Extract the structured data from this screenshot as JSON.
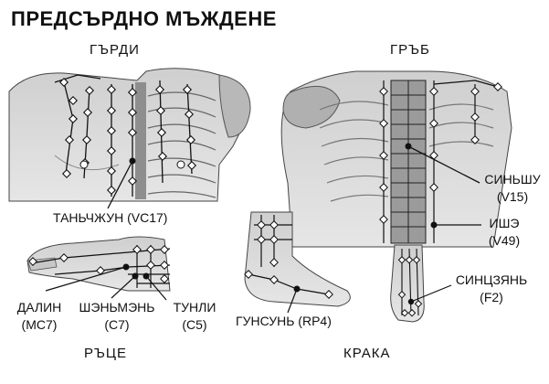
{
  "title": "ПРЕДСЪРДНО МЪЖДЕНЕ",
  "sections": {
    "chest": "ГЪРДИ",
    "back": "ГРЪБ",
    "arms": "РЪЦЕ",
    "legs": "КРАКА"
  },
  "points": {
    "vc17": "ТАНЬЧЖУН (VC17)",
    "v15_name": "СИНЬШУ",
    "v15_code": "(V15)",
    "v49_name": "ИШЭ",
    "v49_code": "(V49)",
    "f2_name": "СИНЦЗЯНЬ",
    "f2_code": "(F2)",
    "mc7_name": "ДАЛИН",
    "mc7_code": "(MC7)",
    "c7_name": "ШЭНЬМЭНЬ",
    "c7_code": "(C7)",
    "c5_name": "ТУНЛИ",
    "c5_code": "(C5)",
    "rp4": "ГУНСУНЬ (RP4)"
  },
  "colors": {
    "ink": "#111111",
    "skin": "#d6d6d6",
    "shade": "#9a9a9a"
  }
}
